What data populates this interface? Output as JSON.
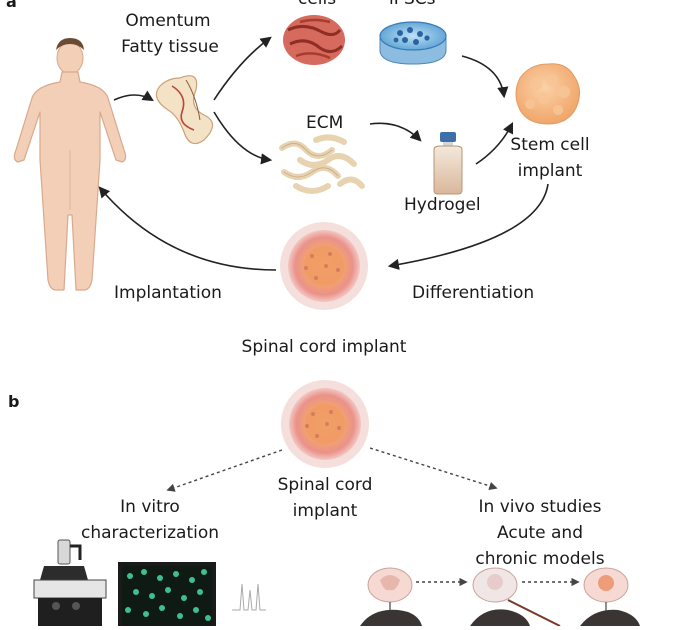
{
  "panels": {
    "a": "a",
    "b": "b"
  },
  "panel_a": {
    "tissue_line1": "Omentum",
    "tissue_line2": "Fatty tissue",
    "cells": "cells",
    "ipscs": "iPSCs",
    "ecm": "ECM",
    "hydrogel": "Hydrogel",
    "stem_line1": "Stem cell",
    "stem_line2": "implant",
    "implantation": "Implantation",
    "differentiation": "Differentiation",
    "spinal_cord_implant": "Spinal cord implant"
  },
  "panel_b": {
    "implant_line1": "Spinal cord",
    "implant_line2": "implant",
    "invitro_line1": "In vitro",
    "invitro_line2": "characterization",
    "invivo_line1": "In vivo studies",
    "invivo_line2": "Acute and",
    "invivo_line3": "chronic models"
  },
  "colors": {
    "skin": "#f2cfb6",
    "tissue_red": "#b8473c",
    "dish_blue": "#3a79b8",
    "implant_orange": "#f0a66a",
    "implant_pink": "#e9928a",
    "ecm_beige": "#f1e0c4",
    "mouse": "#3a3533",
    "screen": "#101a14",
    "fluor_green": "#3fbf8f"
  }
}
